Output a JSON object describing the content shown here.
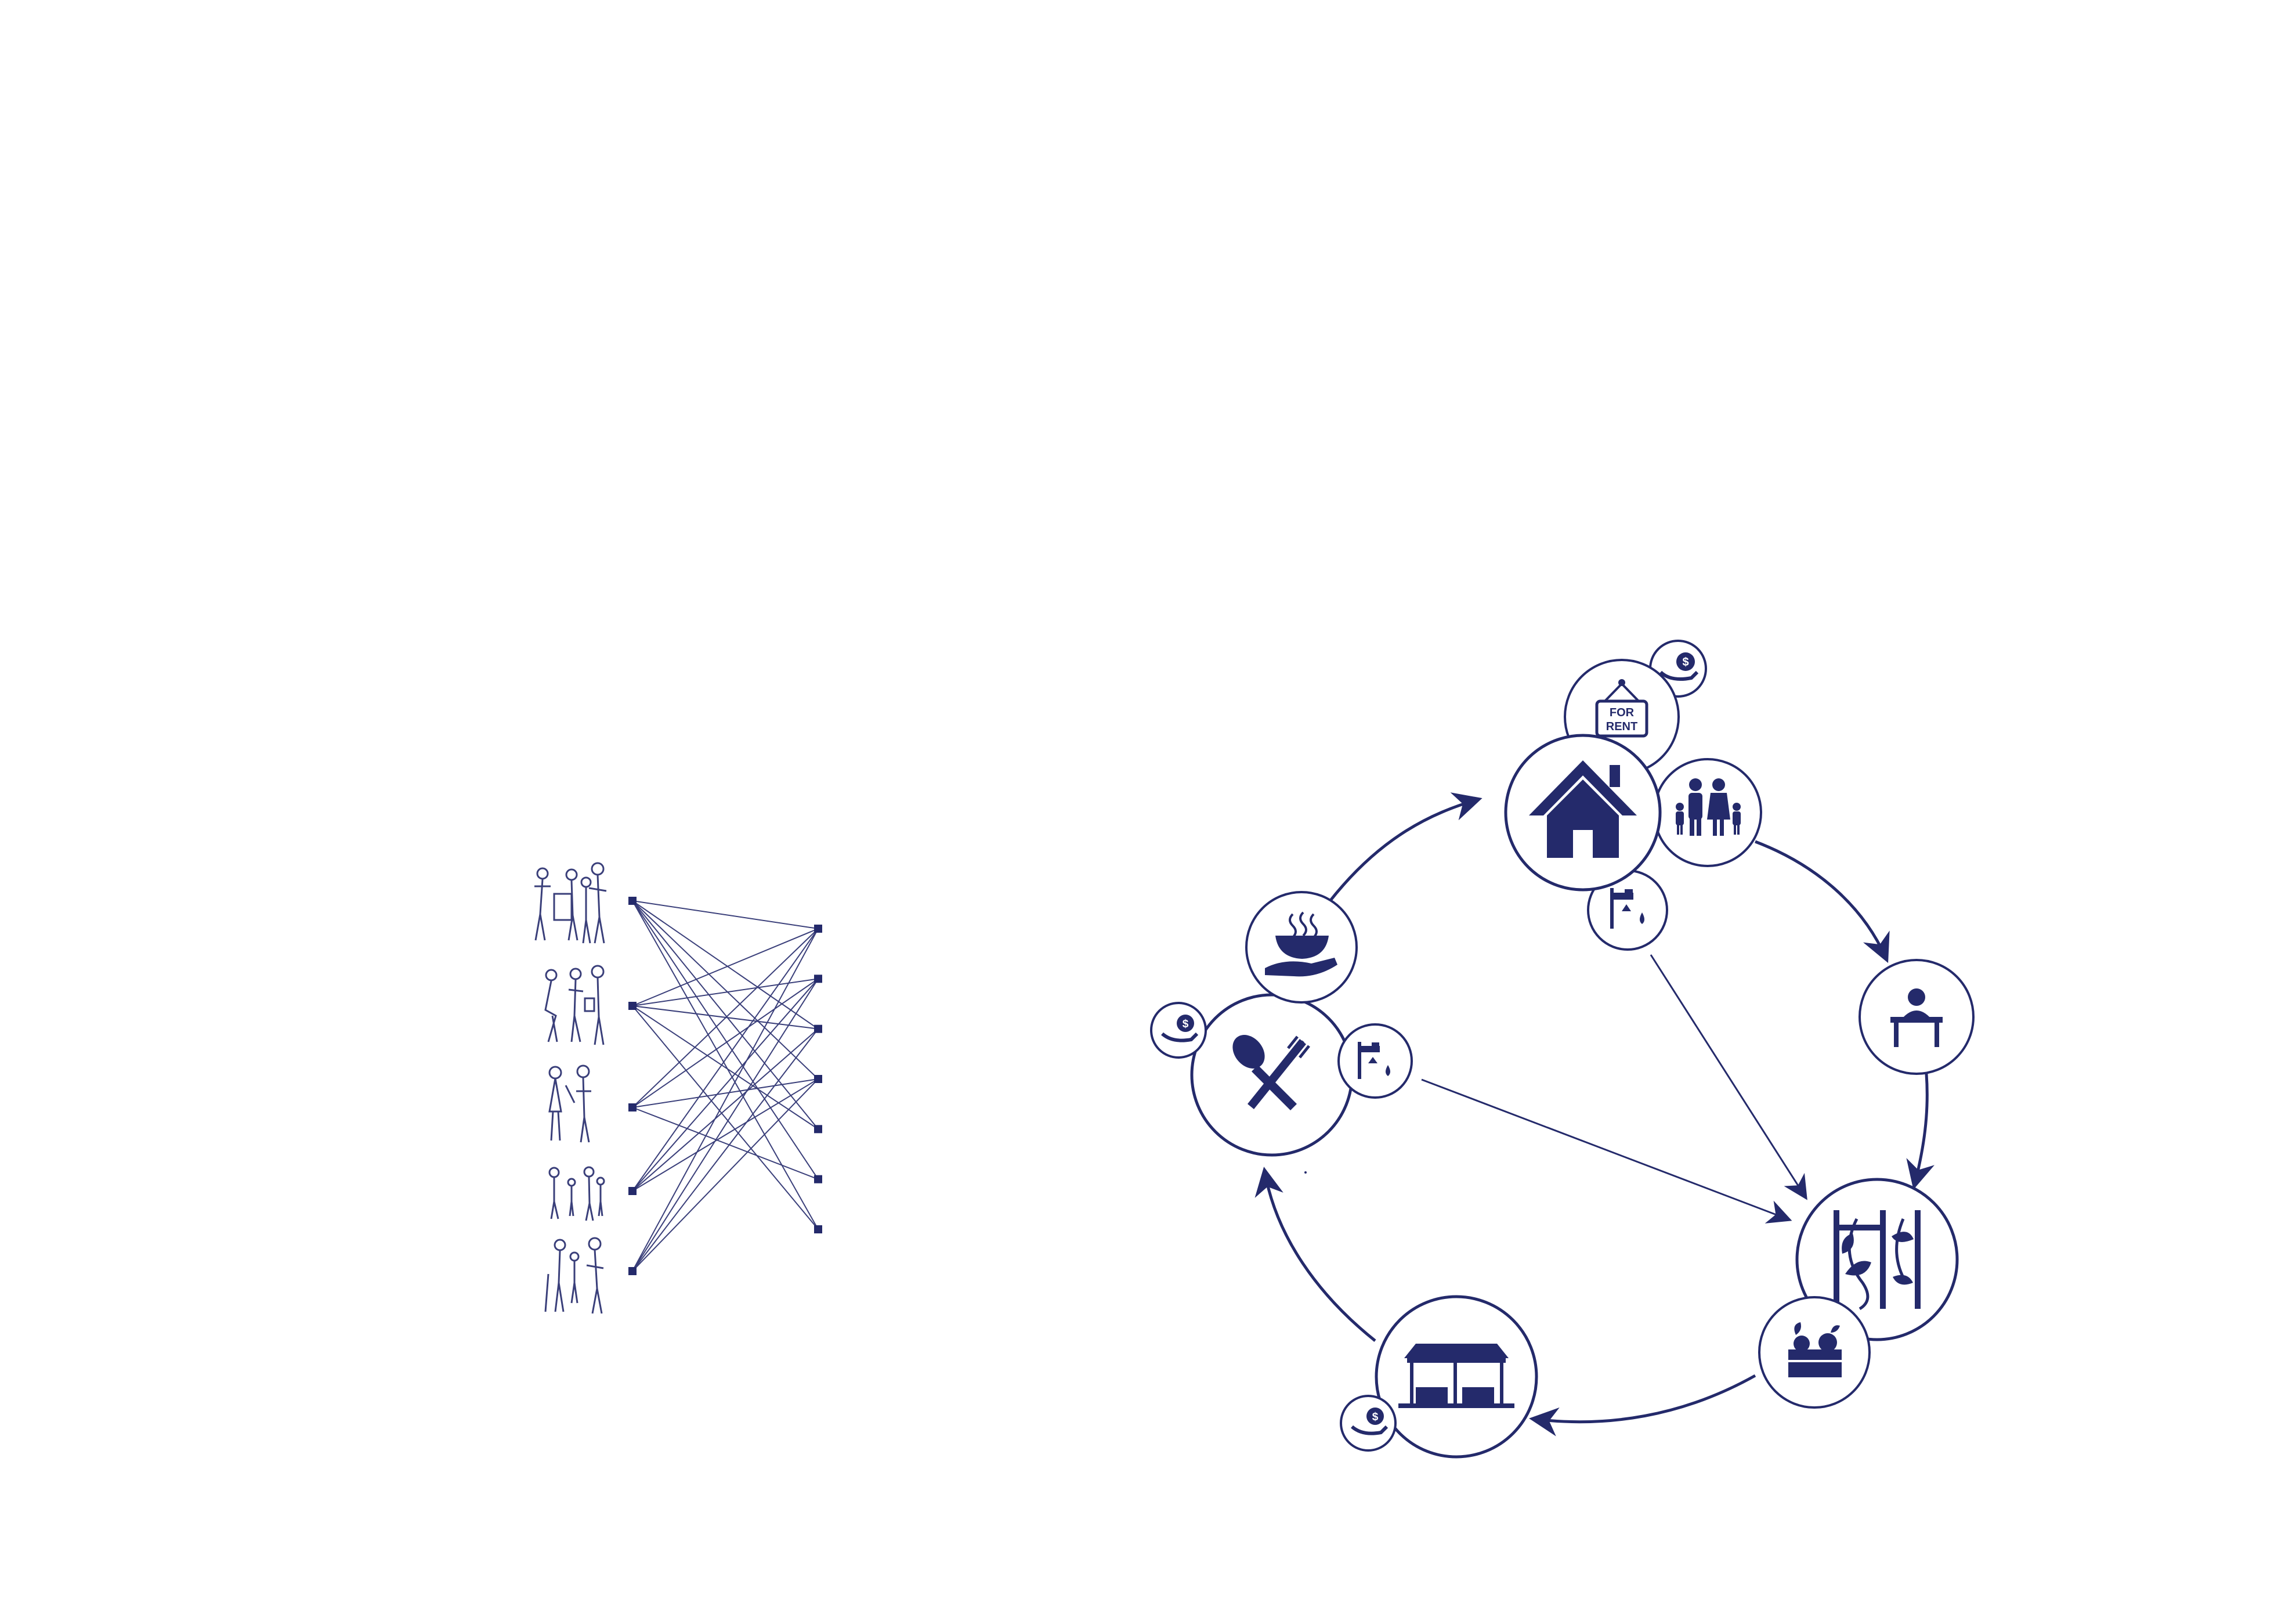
{
  "colors": {
    "ink": "#242a6b",
    "line": "#3a3f7a",
    "background": "#ffffff"
  },
  "network": {
    "left_groups": [
      {
        "name": "group-1-icon"
      },
      {
        "name": "group-2-icon"
      },
      {
        "name": "group-3-icon"
      },
      {
        "name": "group-4-icon"
      },
      {
        "name": "group-5-icon"
      }
    ],
    "right_node_count": 7,
    "links": [
      [
        0,
        0
      ],
      [
        0,
        2
      ],
      [
        0,
        3
      ],
      [
        0,
        4
      ],
      [
        0,
        5
      ],
      [
        0,
        6
      ],
      [
        1,
        0
      ],
      [
        1,
        1
      ],
      [
        1,
        2
      ],
      [
        1,
        4
      ],
      [
        1,
        6
      ],
      [
        2,
        0
      ],
      [
        2,
        1
      ],
      [
        2,
        3
      ],
      [
        2,
        5
      ],
      [
        3,
        0
      ],
      [
        3,
        1
      ],
      [
        3,
        2
      ],
      [
        3,
        3
      ],
      [
        4,
        0
      ],
      [
        4,
        1
      ],
      [
        4,
        2
      ],
      [
        4,
        3
      ]
    ]
  },
  "cycle": {
    "nodes": [
      {
        "id": "house",
        "icon": "house-icon"
      },
      {
        "id": "for-rent",
        "icon": "for-rent-sign-icon",
        "sign_text_line1": "FOR",
        "sign_text_line2": "RENT"
      },
      {
        "id": "money-top",
        "icon": "money-hand-icon"
      },
      {
        "id": "family",
        "icon": "family-icon"
      },
      {
        "id": "water-top",
        "icon": "water-recycling-icon"
      },
      {
        "id": "desk",
        "icon": "person-at-desk-icon"
      },
      {
        "id": "vertical-garden",
        "icon": "vertical-garden-icon"
      },
      {
        "id": "produce",
        "icon": "produce-crate-icon"
      },
      {
        "id": "market",
        "icon": "market-stall-icon"
      },
      {
        "id": "money-bottom",
        "icon": "money-hand-icon"
      },
      {
        "id": "restaurant",
        "icon": "spoon-fork-icon"
      },
      {
        "id": "money-left",
        "icon": "money-hand-icon"
      },
      {
        "id": "water-left",
        "icon": "water-recycling-icon"
      },
      {
        "id": "meal",
        "icon": "meal-in-hand-icon"
      }
    ]
  }
}
